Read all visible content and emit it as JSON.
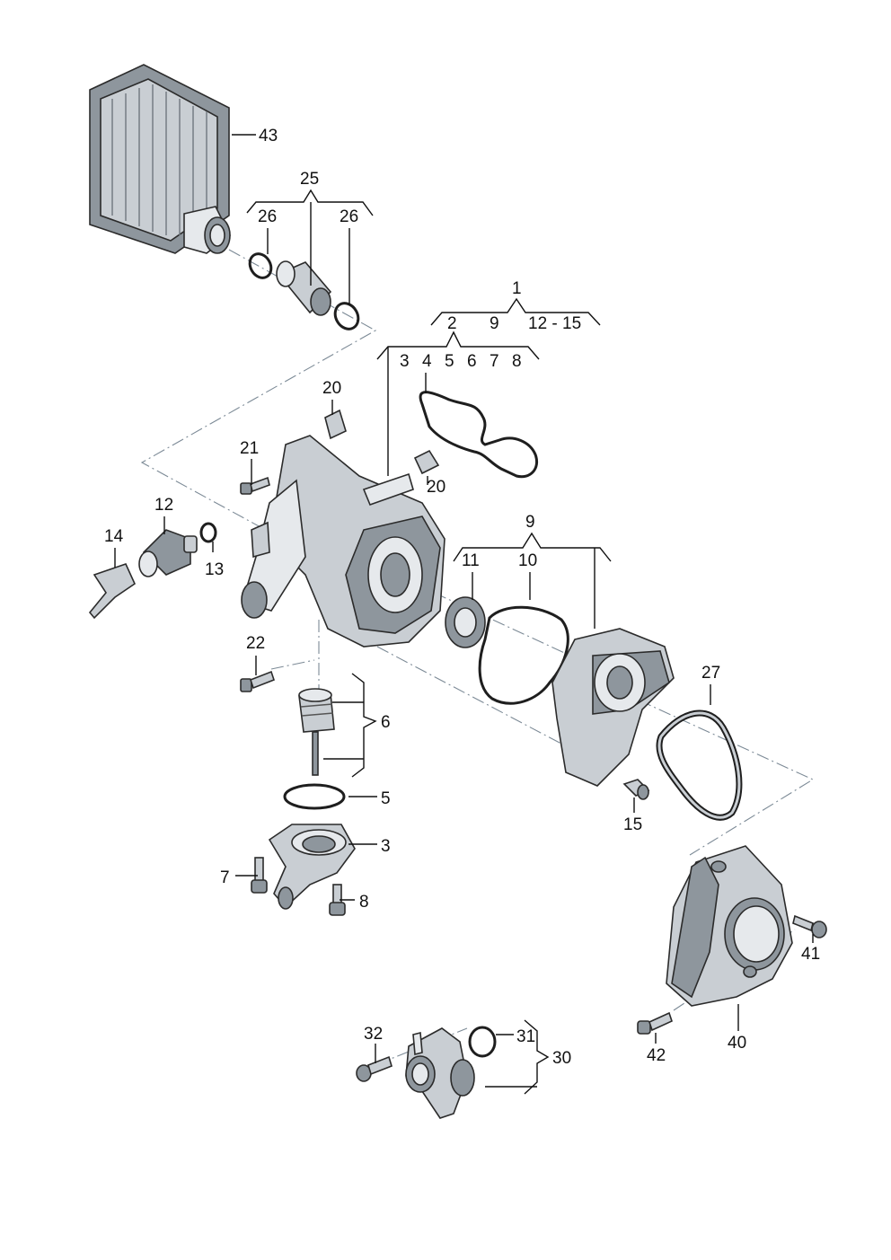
{
  "colors": {
    "ink": "#111111",
    "part": "#c9ced3",
    "shadow": "#8e969d",
    "highlight": "#e6e9ec",
    "centerline": "#7c8a96"
  },
  "labels": {
    "p43": "43",
    "p25": "25",
    "p26a": "26",
    "p26b": "26",
    "p1": "1",
    "p2": "2",
    "p9top": "9",
    "p12_15": "12 - 15",
    "p3top": "3",
    "p4top": "4",
    "p5top": "5",
    "p6top": "6",
    "p7top": "7",
    "p8top": "8",
    "p4": "4",
    "p20a": "20",
    "p20b": "20",
    "p21": "21",
    "p12": "12",
    "p14": "14",
    "p13": "13",
    "p9": "9",
    "p11": "11",
    "p10": "10",
    "p22": "22",
    "p27": "27",
    "p6": "6",
    "p5": "5",
    "p3": "3",
    "p7": "7",
    "p8": "8",
    "p15": "15",
    "p41": "41",
    "p42": "42",
    "p40": "40",
    "p32": "32",
    "p31": "31",
    "p30": "30"
  }
}
